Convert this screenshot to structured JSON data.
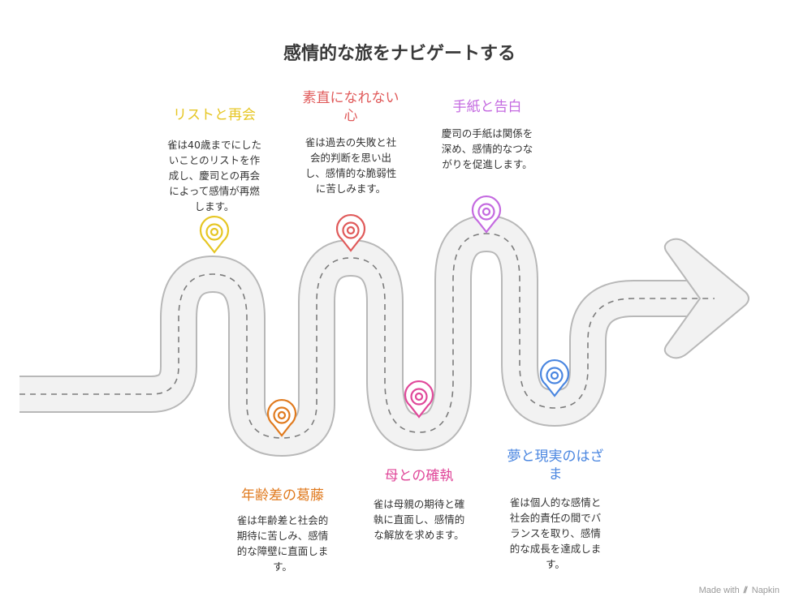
{
  "title": "感情的な旅をナビゲートする",
  "colors": {
    "road": "#f2f2f2",
    "road_edge": "#b8b8b8",
    "road_dash": "#7c7c7c",
    "yellow": "#e6c623",
    "orange": "#e07a1e",
    "red": "#e05a5a",
    "pink": "#e0489a",
    "purple": "#c46ae0",
    "blue": "#4a86e0"
  },
  "milestones": [
    {
      "title": "リストと再会",
      "desc_lines": [
        "雀は40歳までにした",
        "いことのリストを作",
        "成し、慶司との再会",
        "によって感情が再燃",
        "します。"
      ],
      "color": "#e6c623"
    },
    {
      "title": "年齢差の葛藤",
      "desc_lines": [
        "雀は年齢差と社会的",
        "期待に苦しみ、感情",
        "的な障壁に直面しま",
        "す。"
      ],
      "color": "#e07a1e"
    },
    {
      "title_lines": [
        "素直になれない",
        "心"
      ],
      "desc_lines": [
        "雀は過去の失敗と社",
        "会的判断を思い出",
        "し、感情的な脆弱性",
        "に苦しみます。"
      ],
      "color": "#e05a5a"
    },
    {
      "title": "母との確執",
      "desc_lines": [
        "雀は母親の期待と確",
        "執に直面し、感情的",
        "な解放を求めます。"
      ],
      "color": "#e0489a"
    },
    {
      "title": "手紙と告白",
      "desc_lines": [
        "慶司の手紙は関係を",
        "深め、感情的なつな",
        "がりを促進します。"
      ],
      "color": "#c46ae0"
    },
    {
      "title_lines": [
        "夢と現実のはざ",
        "ま"
      ],
      "desc_lines": [
        "雀は個人的な感情と",
        "社会的責任の間でバ",
        "ランスを取り、感情",
        "的な成長を達成しま",
        "す。"
      ],
      "color": "#4a86e0"
    }
  ],
  "watermark": {
    "made_with": "Made with",
    "brand": "Napkin"
  }
}
